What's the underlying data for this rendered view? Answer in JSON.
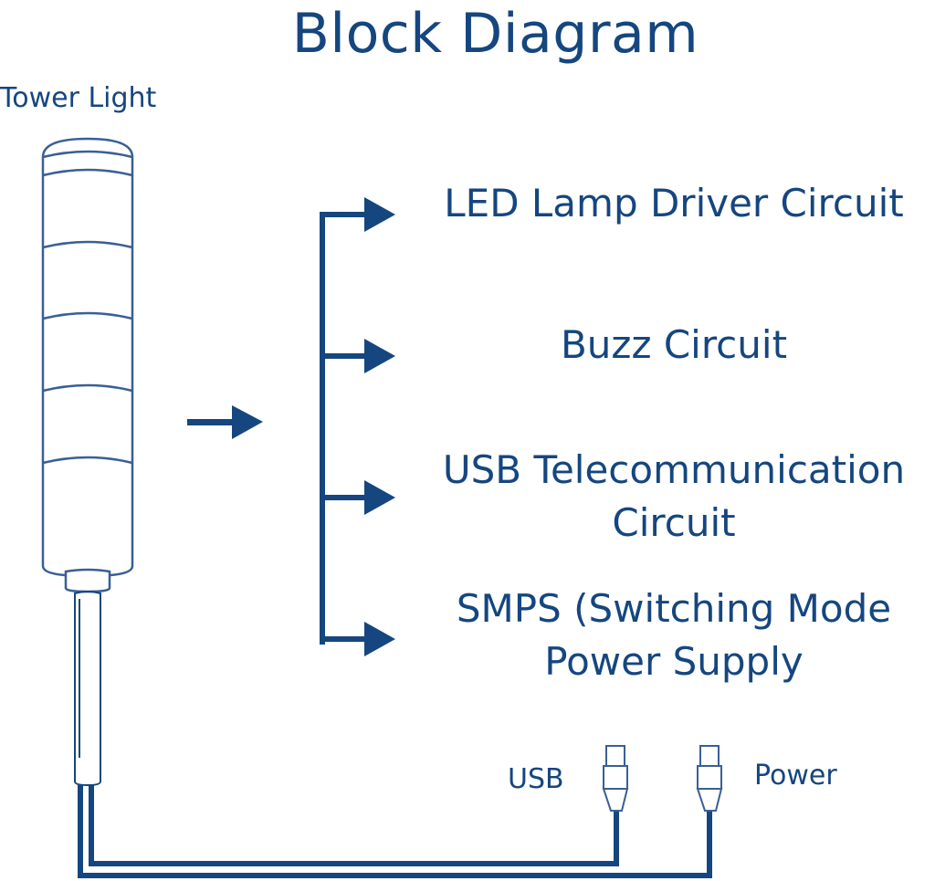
{
  "title": "Block Diagram",
  "tower_light": {
    "label": "Tower Light",
    "segment_count": 4
  },
  "blocks": [
    {
      "label": "LED Lamp Driver Circuit"
    },
    {
      "label": "Buzz Circuit"
    },
    {
      "label": "USB Telecommunication Circuit",
      "line1": "USB Telecommunication",
      "line2": "Circuit"
    },
    {
      "label": "SMPS (Switching Mode Power Supply",
      "line1": "SMPS (Switching Mode",
      "line2": "Power Supply"
    }
  ],
  "connectors": [
    {
      "label": "USB",
      "icon": "usb-plug-icon"
    },
    {
      "label": "Power",
      "icon": "power-plug-icon"
    }
  ],
  "colors": {
    "primary": "#15467f",
    "outline": "#3a5f95",
    "background": "#ffffff"
  }
}
